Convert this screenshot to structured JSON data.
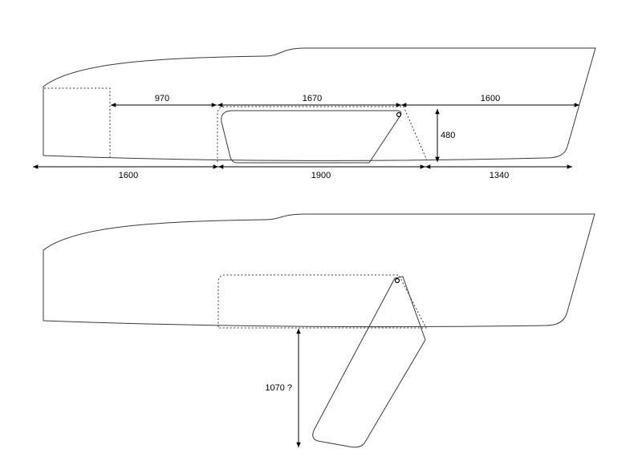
{
  "top_view": {
    "dimensions": {
      "transom_to_keel": "1600",
      "mast_offset": "970",
      "keel_top_length": "1670",
      "keel_to_bow_top": "1600",
      "keel_height": "480",
      "keel_bottom_length": "1900",
      "keel_to_bow_bottom": "1340"
    }
  },
  "bottom_view": {
    "dimensions": {
      "board_depth": "1070 ?"
    }
  },
  "colors": {
    "line": "#3a3a3a",
    "background": "#ffffff"
  }
}
